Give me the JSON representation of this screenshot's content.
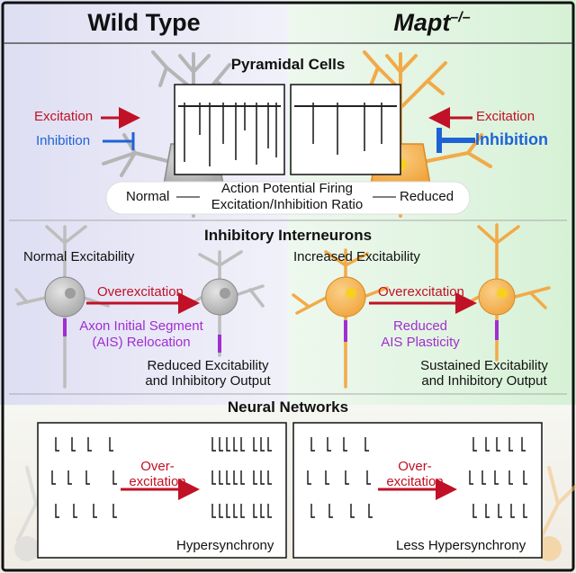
{
  "headers": {
    "left": "Wild Type",
    "right_base": "Mapt",
    "right_sup": "–/–"
  },
  "pyramidal": {
    "title": "Pyramidal Cells",
    "wt_excitation": "Excitation",
    "wt_inhibition": "Inhibition",
    "ko_excitation": "Excitation",
    "ko_inhibition": "Inhibition",
    "scale_left": "Normal",
    "scale_line1": "Action Potential Firing",
    "scale_line2": "Excitation/Inhibition Ratio",
    "scale_right": "Reduced"
  },
  "interneurons": {
    "title": "Inhibitory Interneurons",
    "wt_state": "Normal Excitability",
    "ko_state": "Increased Excitability",
    "wt_arrow": "Overexcitation",
    "ko_arrow": "Overexcitation",
    "wt_ais_1": "Axon Initial Segment",
    "wt_ais_2": "(AIS) Relocation",
    "ko_ais_1": "Reduced",
    "ko_ais_2": "AIS Plasticity",
    "wt_out_1": "Reduced Excitability",
    "wt_out_2": "and Inhibitory Output",
    "ko_out_1": "Sustained Excitability",
    "ko_out_2": "and Inhibitory Output"
  },
  "networks": {
    "title": "Neural Networks",
    "wt_arrow_1": "Over-",
    "wt_arrow_2": "excitation",
    "ko_arrow_1": "Over-",
    "ko_arrow_2": "excitation",
    "wt_result": "Hypersynchrony",
    "ko_result": "Less Hypersynchrony"
  },
  "colors": {
    "wt_bg": "#e6e6f6",
    "ko_bg": "#e6f6e6",
    "ko_neuron": "#f6b860",
    "wt_neuron": "#c4c4c4",
    "excitation": "#c01126",
    "inhibition": "#1e63d6",
    "ais": "#a12ed0"
  }
}
